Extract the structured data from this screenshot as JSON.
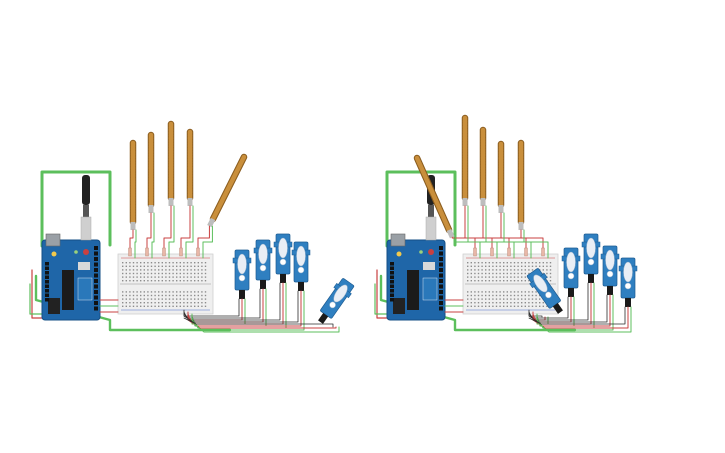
{
  "colors": {
    "background": "#ffffff",
    "arduino_board": "#1f66a8",
    "arduino_dark": "#154f86",
    "breadboard": "#efefef",
    "breadboard_hole": "#8c8c8c",
    "flex_sensor": "#c98f3c",
    "flex_sensor_dark": "#8a5c1e",
    "servo_body": "#2f7fc0",
    "servo_light": "#e9eef5",
    "wire_green": "#5cbf5c",
    "wire_red": "#c94040",
    "wire_black": "#2b2b2b",
    "cable_black": "#222222",
    "cable_gray": "#cfcfcf"
  },
  "icons": {
    "flex_sensor": "flex-sensor-icon",
    "servo": "servo-motor-icon",
    "arduino": "arduino-uno-icon",
    "breadboard": "breadboard-icon"
  },
  "circuits": [
    {
      "id": "left",
      "servo_count": 5,
      "flex_sensor_count": 5
    },
    {
      "id": "right",
      "servo_count": 5,
      "flex_sensor_count": 5
    }
  ]
}
